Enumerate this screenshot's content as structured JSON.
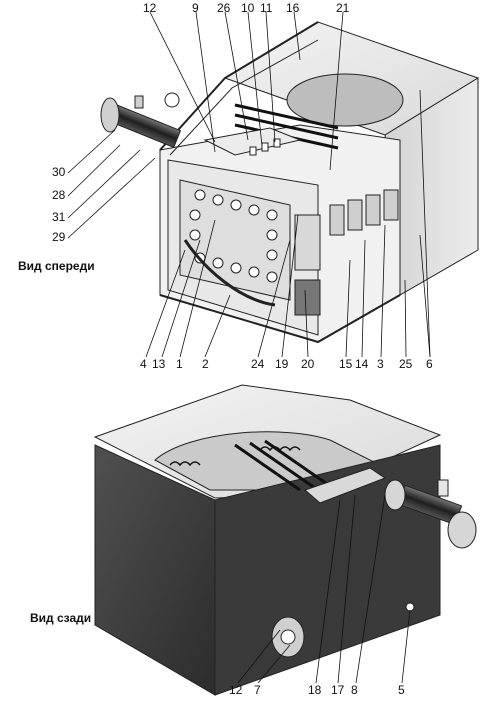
{
  "views": {
    "front_caption": "Вид спереди",
    "rear_caption": "Вид сзади"
  },
  "front_callouts": {
    "top": [
      "12",
      "9",
      "26",
      "10",
      "11",
      "16",
      "21"
    ],
    "left": [
      "30",
      "28",
      "31",
      "29"
    ],
    "bottom": [
      "4",
      "13",
      "1",
      "2",
      "24",
      "19",
      "20",
      "15",
      "14",
      "3",
      "25",
      "6"
    ]
  },
  "rear_callouts": {
    "bottom": [
      "12",
      "7",
      "18",
      "17",
      "8",
      "5"
    ]
  },
  "colors": {
    "panel_light": "#e6e6e6",
    "panel_mid": "#c9c9c9",
    "panel_dark": "#444444",
    "panel_darker": "#333333",
    "line": "#111111"
  }
}
